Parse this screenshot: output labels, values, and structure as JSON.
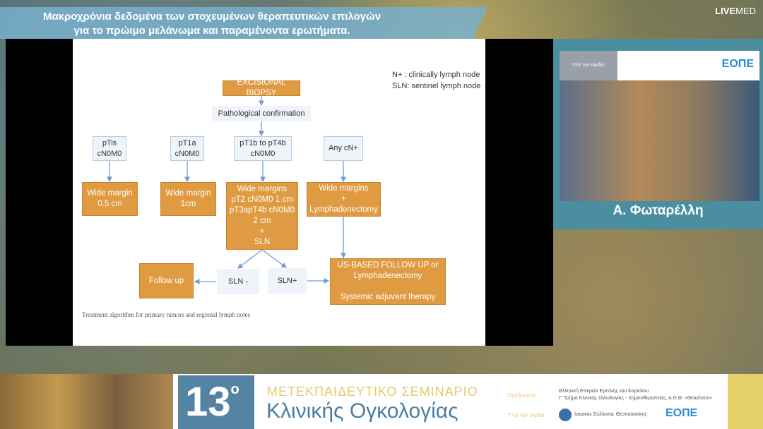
{
  "header": {
    "title_line1": "Μακροχρόνια δεδομένα των στοχευμένων θεραπευτικών επιλογών",
    "title_line2": "για το πρώιμο μελάνωμα και παραμένοντα ερωτήματα.",
    "brand_bold": "LIVE",
    "brand_light": "MED"
  },
  "slide": {
    "legend": [
      "N+ : clinically lymph node",
      "SLN: sentinel lymph node"
    ],
    "nodes": {
      "biopsy": "EXCISIONAL BIOPSY",
      "confirm": "Pathological confirmation",
      "ptis": [
        "pTis",
        "cN0M0"
      ],
      "pt1a": [
        "pT1a",
        "cN0M0"
      ],
      "pt1b": [
        "pT1b to pT4b",
        "cN0M0"
      ],
      "cn": "Any cN+",
      "wm05": [
        "Wide margin",
        "0.5 cm"
      ],
      "wm1": [
        "Wide margin",
        "1cm"
      ],
      "wmmid": [
        "Wide margins",
        "pT2 cN0M0 1 cm",
        "pT3apT4b cN0M0",
        "2 cm",
        "+",
        "SLN"
      ],
      "wmlym": [
        "Wide margins",
        "+",
        "Lymphadenectomy"
      ],
      "follow": "Follow up",
      "slnneg": "SLN -",
      "slnpos": "SLN+",
      "usbased": [
        "US-BASED FOLLOW UP or",
        "Lymphadenectomy",
        "Systemic adjuvant therapy"
      ]
    },
    "caption": "Treatment algorithm for primary tumors and regional lymph notes",
    "colors": {
      "orange": "#e09a42",
      "light": "#eef4fa",
      "arrow": "#6f9bd6"
    }
  },
  "speaker": {
    "name": "Α. Φωταρέλλη",
    "under_auspices": "Υπό την αιγίδα:",
    "logo": "ΕΟΠΕ"
  },
  "banner": {
    "number": "13",
    "degree": "ο",
    "line1": "ΜΕΤΕΚΠΑΙΔΕΥΤΙΚΟ ΣΕΜΙΝΑΡΙΟ",
    "line2": "Κλινικής Ογκολογίας",
    "org_label": "Οργάνωση:",
    "org1": "Ελληνική Εταιρεία Ερεύνης του Καρκίνου",
    "org2": "Γ' Τμήμα Κλινικής Ογκολογίας - Χημειοθεραπείας, Α.Ν.Θ. «Θεαγένειο»",
    "auspices_label": "Υπό την αιγίδα:",
    "auspices1": "Ιατρικός Σύλλογος Θεσσαλονίκης",
    "auspices_logo": "ΕΟΠΕ"
  }
}
